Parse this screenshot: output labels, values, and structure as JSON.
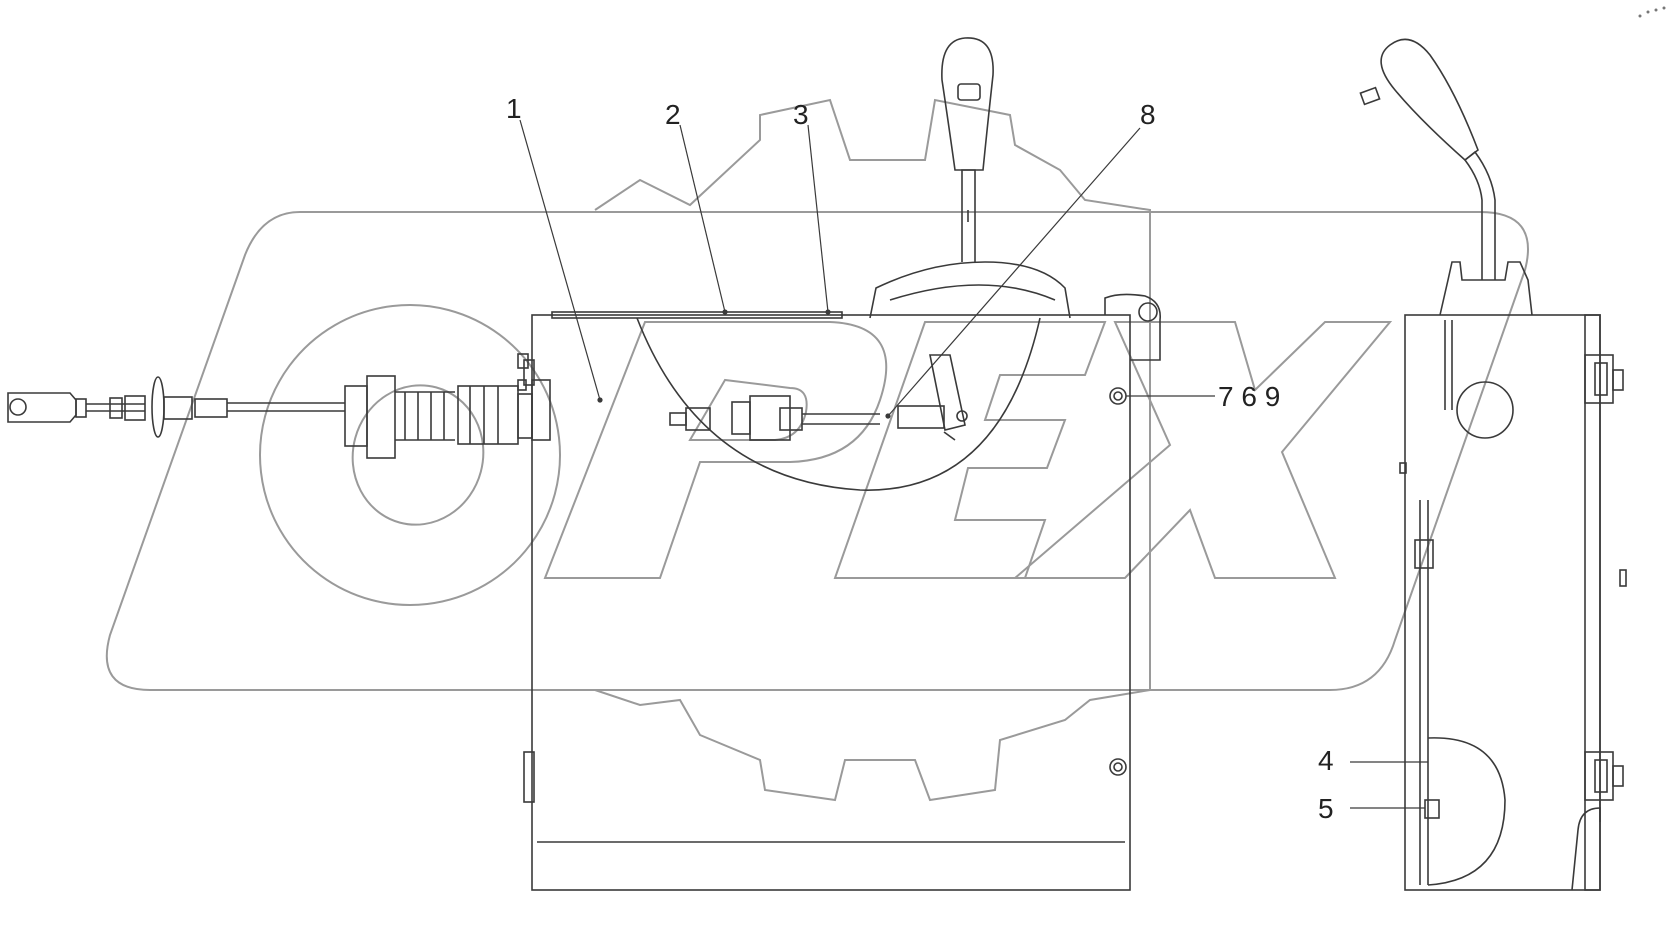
{
  "diagram": {
    "watermark_text": "OPEX",
    "callouts": [
      {
        "id": "1",
        "label": "1"
      },
      {
        "id": "2",
        "label": "2"
      },
      {
        "id": "3",
        "label": "3"
      },
      {
        "id": "8",
        "label": "8"
      },
      {
        "id": "769",
        "label": "7 6 9"
      },
      {
        "id": "4",
        "label": "4"
      },
      {
        "id": "5",
        "label": "5"
      }
    ]
  },
  "colors": {
    "line": "#3a3a3a",
    "watermark": "#9a9a9a",
    "text": "#222222",
    "background": "#ffffff"
  }
}
